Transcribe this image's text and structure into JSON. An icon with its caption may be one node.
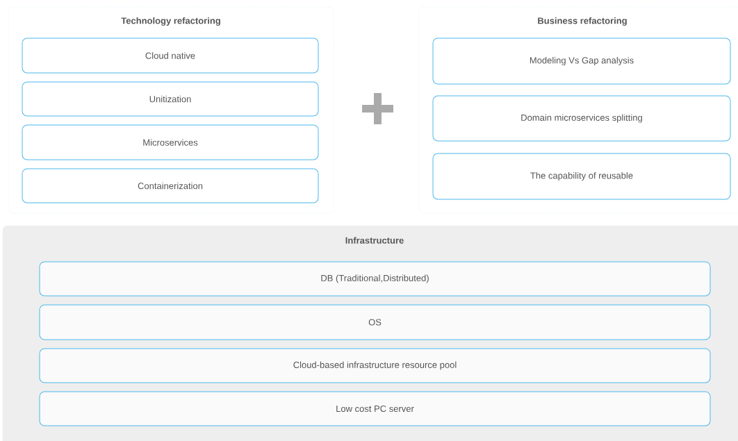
{
  "diagram": {
    "nodes": [
      {
        "text": [
          "Technology refactoring"
        ]
      },
      {
        "text": [
          "Cloud native"
        ],
        "in": 0
      },
      {
        "text": [
          "Unitization"
        ],
        "in": 0
      },
      {
        "text": [
          "Microservices"
        ],
        "in": 0
      },
      {
        "text": [
          "Containerization"
        ],
        "in": 0
      },
      {
        "text": [
          "Business refactoring"
        ]
      },
      {
        "text": [
          "Modeling Vs Gap analysis"
        ],
        "in": 5
      },
      {
        "text": [
          "Domain microservices splitting"
        ],
        "in": 5
      },
      {
        "text": [
          "The capability of reusable"
        ],
        "in": 5
      },
      {
        "text": [
          "Infrastructure"
        ]
      },
      {
        "text": [
          "DB (Traditional,Distributed)"
        ],
        "in": 9
      },
      {
        "text": [
          "OS"
        ],
        "in": 9
      },
      {
        "text": [
          "Cloud-based infrastructure resource pool"
        ],
        "in": 9
      },
      {
        "text": [
          "Low cost PC server"
        ],
        "in": 9
      }
    ],
    "edges": []
  }
}
